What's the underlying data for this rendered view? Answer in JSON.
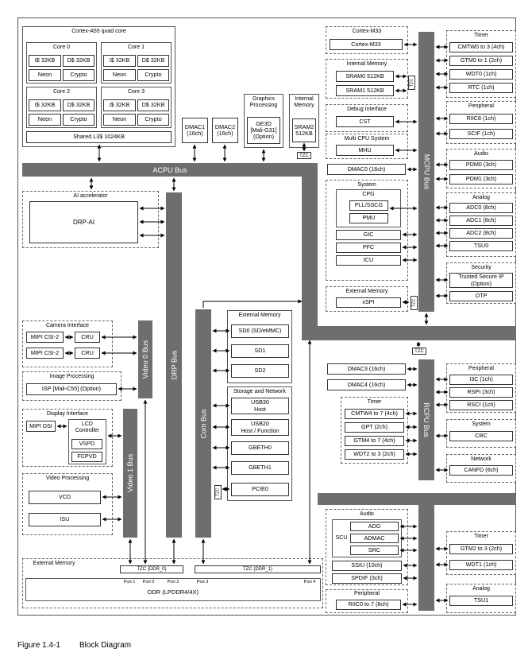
{
  "caption": {
    "number": "Figure 1.4-1",
    "title": "Block Diagram"
  },
  "cortex_a55": {
    "title": "Cortex-A55 quad core",
    "cores": [
      {
        "name": "Core 0",
        "icache": "I$ 32KB",
        "dcache": "D$ 32KB",
        "neon": "Neon",
        "crypto": "Crypto"
      },
      {
        "name": "Core 1",
        "icache": "I$ 32KB",
        "dcache": "D$ 32KB",
        "neon": "Neon",
        "crypto": "Crypto"
      },
      {
        "name": "Core 2",
        "icache": "I$ 32KB",
        "dcache": "D$ 32KB",
        "neon": "Neon",
        "crypto": "Crypto"
      },
      {
        "name": "Core 3",
        "icache": "I$ 32KB",
        "dcache": "D$ 32KB",
        "neon": "Neon",
        "crypto": "Crypto"
      }
    ],
    "l3": "Shared L3$ 1024KB"
  },
  "dmac1": "DMAC1\n(16ch)",
  "dmac2": "DMAC2\n(16ch)",
  "graphics": {
    "title": "Graphics\nProcessing",
    "gpu": "GE3D\n[Mali-G31]\n(Option)"
  },
  "internal_memory": {
    "title": "Internal\nMemory",
    "sram": "SRAM2\n512KB"
  },
  "tzc": "TZC",
  "buses": {
    "acpu": "ACPU Bus",
    "drp": "DRP Bus",
    "com": "Com Bus",
    "video0": "Video 0 Bus",
    "video1": "Video 1 Bus",
    "mcpu": "MCPU Bus",
    "rcpu": "RCPU Bus"
  },
  "ai": {
    "title": "AI accelerator",
    "drp_ai": "DRP-AI"
  },
  "camera": {
    "title": "Camera Interface",
    "mipi1": "MIPI CSI-2",
    "cru1": "CRU",
    "mipi2": "MIPI CSI-2",
    "cru2": "CRU"
  },
  "image_proc": {
    "title": "Image Processing",
    "isp": "ISP [Mali-C55] (Option)"
  },
  "display": {
    "title": "Display Interface",
    "mipi_dsi": "MIPI DSI",
    "lcd": "LCD\nController",
    "vspd": "VSPD",
    "fcpvd": "FCPVD"
  },
  "video_proc": {
    "title": "Video Processing",
    "vcd": "VCD",
    "isu": "ISU"
  },
  "ext_mem_com": {
    "title": "External Memory",
    "items": [
      "SD0 (SD/eMMC)",
      "SD1",
      "SD2"
    ]
  },
  "storage": {
    "title": "Storage and Network",
    "items": [
      "USB30\nHost",
      "USB20\nHost / Function",
      "GBETH0",
      "GBETH1",
      "PCIE0"
    ]
  },
  "external_memory": {
    "title": "External Memory",
    "tzc0": "TZC (DDR_0)",
    "tzc1": "TZC (DDR_1)",
    "ports": [
      "Port 1",
      "Port 0",
      "Port 2",
      "Port 3",
      "Port 4"
    ],
    "ddr": "DDR (LPDDR4/4X)"
  },
  "mcpu_left": {
    "m33": {
      "title": "Cortex-M33",
      "core": "Cortex-M33"
    },
    "int_mem": {
      "title": "Internal Memory",
      "sram0": "SRAM0   512KB",
      "sram1": "SRAM1   512KB"
    },
    "debug": {
      "title": "Debug Interface",
      "cst": "CST"
    },
    "multi_cpu": {
      "title": "Multi CPU System",
      "mhu": "MHU"
    },
    "dmac0": "DMAC0 (16ch)",
    "system": {
      "title": "System",
      "cpg": "CPG",
      "pll": "PLL/SSCG",
      "pmu": "PMU",
      "gic": "GIC",
      "pfc": "PFC",
      "icu": "ICU"
    },
    "ext_mem": {
      "title": "External Memory",
      "xspi": "xSPI"
    }
  },
  "mcpu_right": {
    "timer": {
      "title": "Timer",
      "items": [
        "CMTW0 to 3 (4ch)",
        "GTM0 to 1 (2ch)",
        "WDT0 (1ch)",
        "RTC (1ch)"
      ]
    },
    "peripheral": {
      "title": "Peripheral",
      "items": [
        "RIIC8 (1ch)",
        "SCIF (1ch)"
      ]
    },
    "audio": {
      "title": "Audio",
      "items": [
        "PDM0 (3ch)",
        "PDM1 (3ch)"
      ]
    },
    "analog": {
      "title": "Analog",
      "items": [
        "ADC0 (8ch)",
        "ADC1 (8ch)",
        "ADC2 (8ch)",
        "TSU0"
      ]
    },
    "security": {
      "title": "Security",
      "items": [
        "Trusted Secure IP\n(Option)",
        "OTP"
      ]
    }
  },
  "rcpu_left": {
    "dmac3": "DMAC3 (16ch)",
    "dmac4": "DMAC4 (16ch)",
    "timer": {
      "title": "Timer",
      "items": [
        "CMTW4 to 7 (4ch)",
        "GPT (2ch)",
        "GTM4 to 7 (4ch)",
        "WDT2 to 3 (2ch)"
      ]
    }
  },
  "rcpu_right": {
    "peripheral": {
      "title": "Peripheral",
      "items": [
        "I3C (1ch)",
        "RSPI (3ch)",
        "RSCI (1ch)"
      ]
    },
    "system": {
      "title": "System",
      "crc": "CRC"
    },
    "network": {
      "title": "Network",
      "canfd": "CANFD (6ch)"
    }
  },
  "lower_left": {
    "audio": {
      "title": "Audio",
      "scu": "SCU",
      "items": [
        "ADG",
        "ADMAC",
        "SRC"
      ],
      "ssiu": "SSIU (10ch)",
      "spdif": "SPDIF (3ch)"
    },
    "peripheral": {
      "title": "Peripheral",
      "riic": "RIIC0 to 7 (8ch)"
    }
  },
  "lower_right": {
    "timer": {
      "title": "Timer",
      "items": [
        "GTM2 to 3 (2ch)",
        "WDT1 (1ch)"
      ]
    },
    "analog": {
      "title": "Analog",
      "tsu1": "TSU1"
    }
  }
}
